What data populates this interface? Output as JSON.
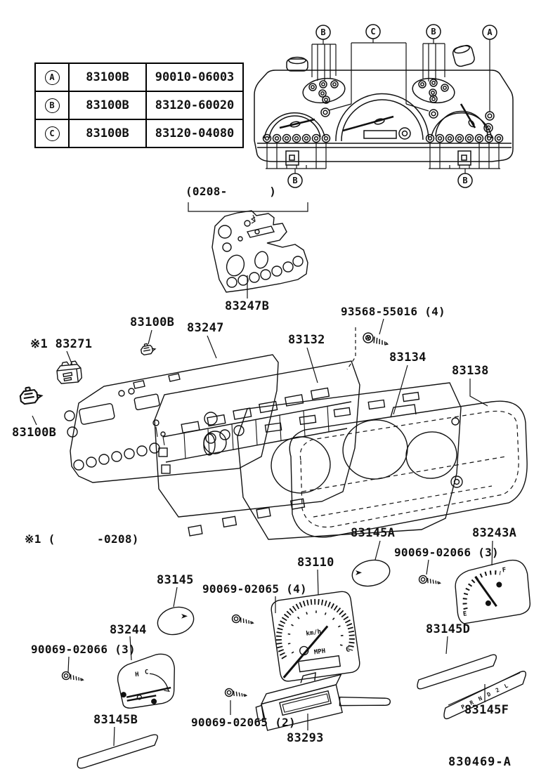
{
  "table": {
    "rows": [
      {
        "letter": "A",
        "part": "83100B",
        "code": "90010-06003"
      },
      {
        "letter": "B",
        "part": "83100B",
        "code": "83120-60020"
      },
      {
        "letter": "C",
        "part": "83100B",
        "code": "83120-04080"
      }
    ]
  },
  "cluster_callouts": {
    "top": [
      "B",
      "C",
      "B",
      "A"
    ],
    "bottom": [
      "B",
      "B"
    ]
  },
  "notes": {
    "from_0208": "(0208-      )",
    "until_0208": "※1 (      -0208)"
  },
  "parts": {
    "p83247B": "83247B",
    "p83100B_top": "83100B",
    "p83247": "83247",
    "p83271": "※1 83271",
    "p93568": "93568-55016 (4)",
    "p83132": "83132",
    "p83134": "83134",
    "p83138": "83138",
    "p83100B_left": "83100B",
    "p83145A": "83145A",
    "p83243A": "83243A",
    "p90069_02066_r": "90069-02066 (3)",
    "p83110": "83110",
    "p83145": "83145",
    "p90069_02065_4": "90069-02065 (4)",
    "p83244": "83244",
    "p90069_02066_l": "90069-02066 (3)",
    "p83145D": "83145D",
    "p83145B": "83145B",
    "p90069_02065_2": "90069-02065 (2)",
    "p83293": "83293",
    "p83145F": "83145F"
  },
  "gauge_text": {
    "speedo_km": "km/h",
    "speedo_mph": "MPH",
    "speedo_c": "C",
    "fuel_f": "F",
    "fuel_e": "E",
    "temp_h": "H",
    "temp_c": "C",
    "shift_letters": "P R N D 2 L"
  },
  "footer": {
    "sheet_number": "830469-A"
  }
}
